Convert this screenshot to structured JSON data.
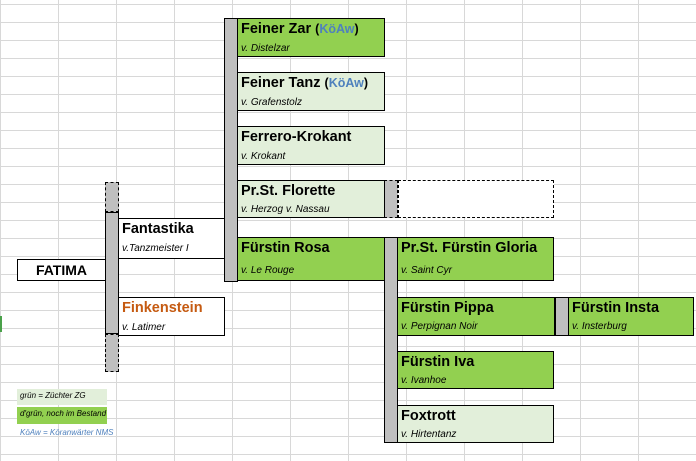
{
  "root": {
    "name": "FATIMA"
  },
  "parents": [
    {
      "name": "Fantastika",
      "sire": "v.Tanzmeister I"
    },
    {
      "name": "Finkenstein",
      "sire": "v. Latimer"
    }
  ],
  "dam_line": [
    {
      "name": "Feiner Zar",
      "tag_open": "(",
      "tag": "KöAw",
      "tag_close": ")",
      "sire": "v. Distelzar"
    },
    {
      "name": "Feiner Tanz",
      "tag_open": "(",
      "tag": "KöAw",
      "tag_close": ")",
      "sire": "v. Grafenstolz"
    },
    {
      "name": "Ferrero-Krokant",
      "sire": "v. Krokant"
    },
    {
      "name": "Pr.St. Florette",
      "sire": "v. Herzog v. Nassau"
    },
    {
      "name": "Fürstin Rosa",
      "sire": "v. Le Rouge"
    }
  ],
  "rosa_line": [
    {
      "name": "Pr.St. Fürstin Gloria",
      "sire": "v. Saint Cyr"
    },
    {
      "name": "Fürstin Pippa",
      "sire": "v. Perpignan Noir"
    },
    {
      "name": "Fürstin Iva",
      "sire": "v. Ivanhoe"
    },
    {
      "name": "Foxtrott",
      "sire": "v. Hirtentanz"
    }
  ],
  "pippa_line": [
    {
      "name": "Fürstin Insta",
      "sire": "v. Insterburg"
    }
  ],
  "legend": {
    "light_green": "grün = Züchter ZG",
    "dark_green": "d'grün, noch im Bestand",
    "koew": "KöAw = Köranwärter NMS"
  },
  "colors": {
    "dark_green": "#92d050",
    "light_green": "#e2efda",
    "bar_gray": "#bfbfbf",
    "koew_blue": "#4f81bd",
    "finkenstein_brown": "#c55a11"
  }
}
